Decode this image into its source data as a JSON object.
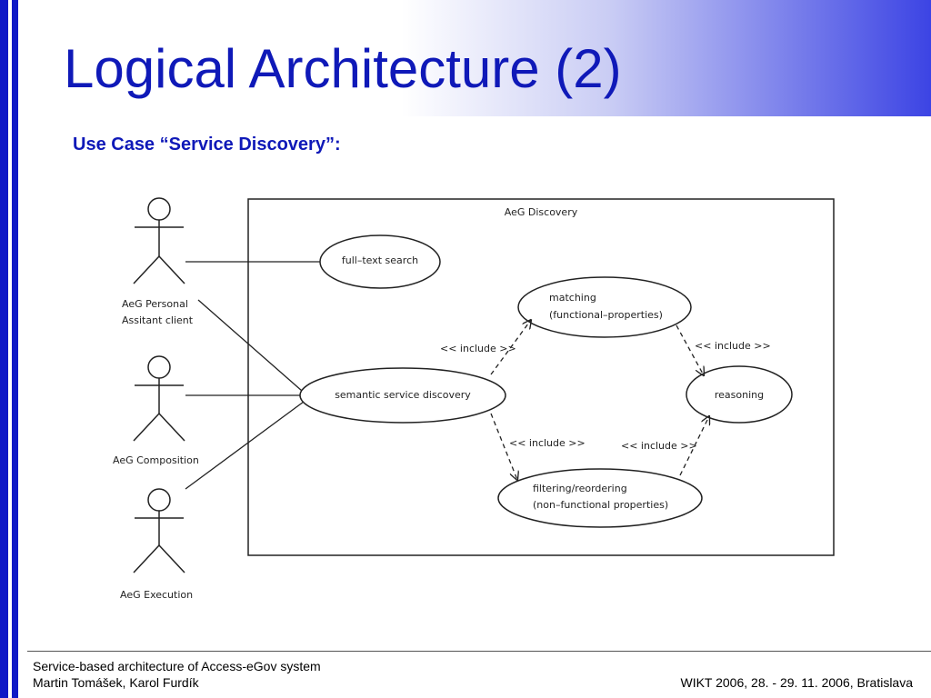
{
  "slide": {
    "title": "Logical Architecture (2)",
    "subtitle": "Use Case “Service Discovery”:"
  },
  "diagram": {
    "system_label": "AeG Discovery",
    "actors": {
      "personal_line1": "AeG Personal",
      "personal_line2": "Assitant client",
      "composition": "AeG Composition",
      "execution": "AeG Execution"
    },
    "use_cases": {
      "fulltext": "full–text search",
      "matching_line1": "matching",
      "matching_line2": "(functional–properties)",
      "semantic": "semantic service discovery",
      "reasoning": "reasoning",
      "filtering_line1": "filtering/reordering",
      "filtering_line2": "(non–functional properties)"
    },
    "include_label": "<< include >>"
  },
  "footer": {
    "line1": "Service-based architecture of Access-eGov system",
    "line2": "Martin Tomášek, Karol Furdík",
    "right": "WIKT 2006, 28. - 29. 11. 2006, Bratislava"
  }
}
